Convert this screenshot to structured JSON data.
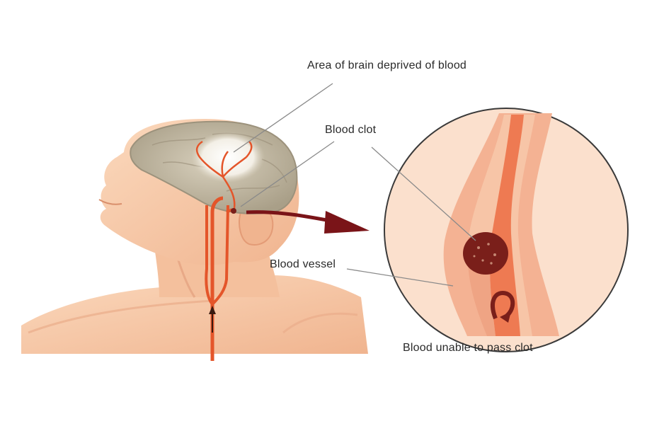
{
  "labels": {
    "area_deprived": "Area of brain deprived of blood",
    "blood_clot": "Blood clot",
    "blood_vessel": "Blood vessel",
    "blood_unable": "Blood unable to pass clot"
  },
  "colors": {
    "skin": "#f6c9a6",
    "skin_shadow": "#e8a684",
    "brain": "#bdb4a0",
    "artery": "#e4552a",
    "clot": "#7a1f1a",
    "arrow": "#7a1418",
    "inset_fill": "#fbe0cd",
    "leader_line": "#8a8a8a"
  }
}
